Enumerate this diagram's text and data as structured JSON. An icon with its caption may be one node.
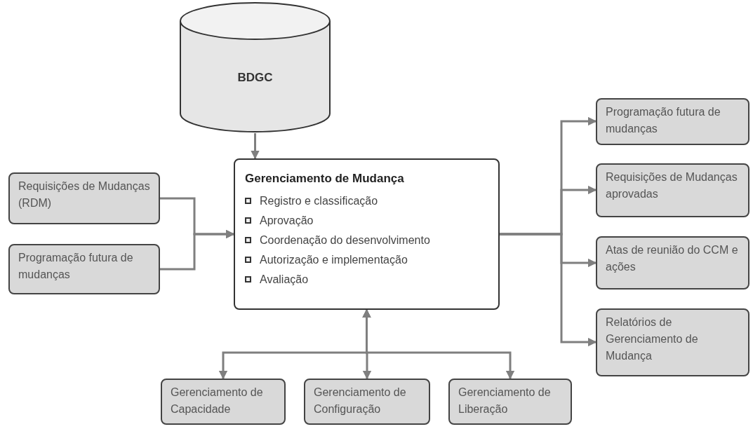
{
  "diagram": {
    "nodes": [
      {
        "text": [
          "BDGC"
        ]
      },
      {
        "text": [
          "Gerenciamento de Mudança",
          "Registro e classificação",
          "Aprovação",
          "Coordenação do desenvolvimento",
          "Autorização e implementação",
          "Avaliação"
        ]
      },
      {
        "text": [
          "Requisições de Mudanças (RDM)"
        ]
      },
      {
        "text": [
          "Programação futura de mudanças"
        ]
      },
      {
        "text": [
          "Programação futura de mudanças"
        ]
      },
      {
        "text": [
          "Requisições de Mudanças aprovadas"
        ]
      },
      {
        "text": [
          "Atas de reunião do CCM e ações"
        ]
      },
      {
        "text": [
          "Relatórios de Gerenciamento de Mudança"
        ]
      },
      {
        "text": [
          "Gerenciamento de Capacidade"
        ]
      },
      {
        "text": [
          "Gerenciamento de Configuração"
        ]
      },
      {
        "text": [
          "Gerenciamento de Liberação"
        ]
      }
    ],
    "edges": [
      {
        "from": 0,
        "to": 1,
        "arrow": "to"
      },
      {
        "from": 2,
        "to": 1,
        "arrow": "to"
      },
      {
        "from": 3,
        "to": 1,
        "arrow": "to"
      },
      {
        "from": 1,
        "to": 4,
        "arrow": "to"
      },
      {
        "from": 1,
        "to": 5,
        "arrow": "to"
      },
      {
        "from": 1,
        "to": 6,
        "arrow": "to"
      },
      {
        "from": 1,
        "to": 7,
        "arrow": "to"
      },
      {
        "from": 1,
        "to": 8,
        "arrow": "both"
      },
      {
        "from": 1,
        "to": 9,
        "arrow": "both"
      },
      {
        "from": 1,
        "to": 10,
        "arrow": "both"
      }
    ]
  }
}
